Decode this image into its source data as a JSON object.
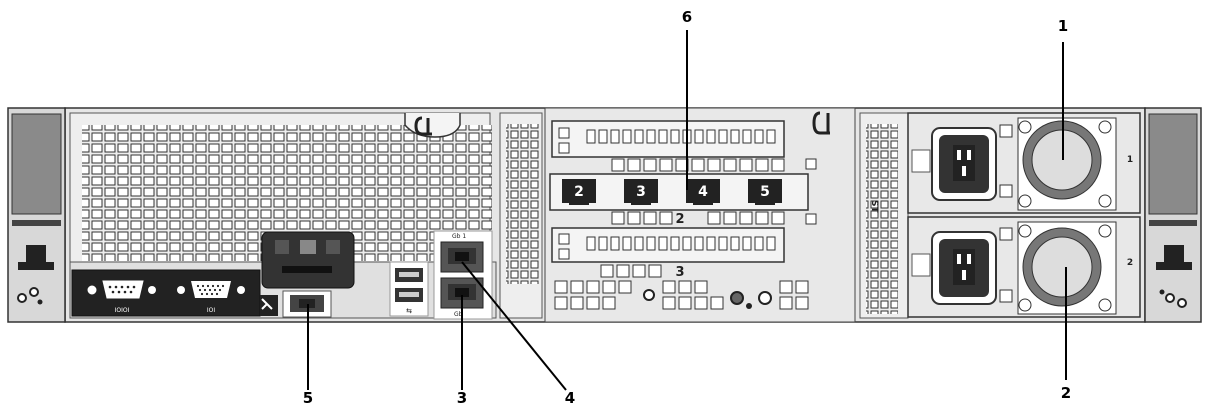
{
  "callouts": [
    {
      "label": "1"
    },
    {
      "label": "2"
    },
    {
      "label": "3"
    },
    {
      "label": "4"
    },
    {
      "label": "5"
    },
    {
      "label": "6"
    }
  ],
  "slots": {
    "nic_labels": [
      "2",
      "3",
      "4",
      "5"
    ],
    "riser_labels": [
      "2",
      "3"
    ]
  },
  "ports": {
    "serial_label": "IOIOI",
    "vga_label": "IOI",
    "gb1_label": "Gb 1",
    "gb2_label": "Gb",
    "usb_symbol": "⇆"
  },
  "psu": {
    "labels": [
      "1",
      "2"
    ],
    "side_label": "ST"
  }
}
